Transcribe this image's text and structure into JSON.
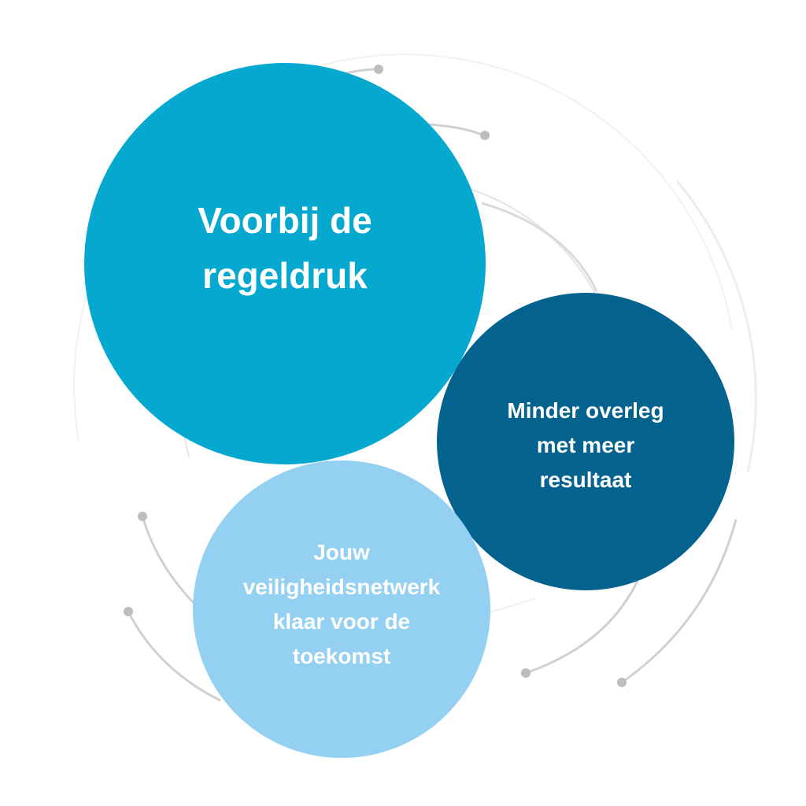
{
  "colors": {
    "main": "#05A8CE",
    "meeting": "#04628E",
    "network": "#93D0F2",
    "arc_light": "#ECECEC",
    "arc_dark": "#C8C8C8",
    "arc_dot": "#BDBDBD"
  },
  "circles": {
    "main": {
      "text": "Voorbij de\nregeldruk"
    },
    "meeting": {
      "text": "Minder overleg\nmet meer\nresultaat"
    },
    "network": {
      "text": "Jouw\nveiligheidsnetwerk\nklaar voor de\ntoekomst"
    }
  }
}
